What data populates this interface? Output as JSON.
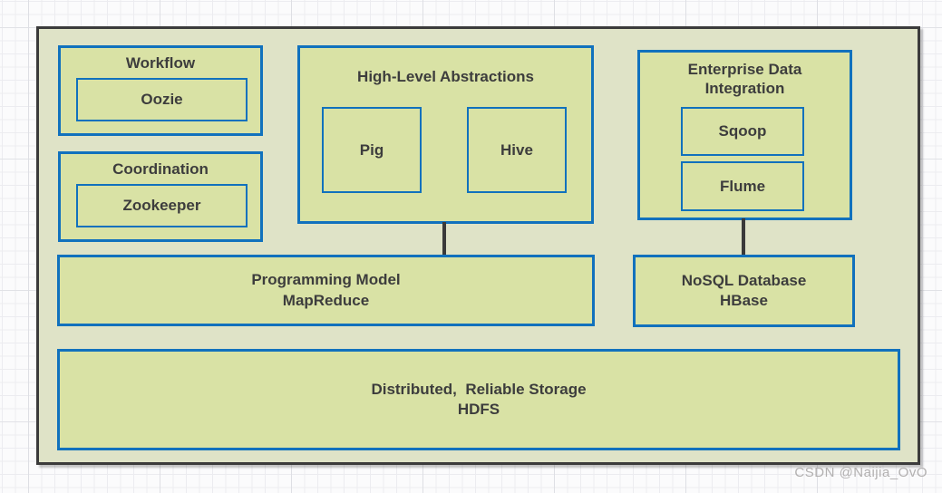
{
  "watermark": "CSDN @Naijia_OvO",
  "colors": {
    "outer_fill": "#dfe3c7",
    "outer_border": "#3b3b3b",
    "box_fill": "#d9e2a5",
    "box_border": "#1171bd",
    "text": "#3d3d3d",
    "connector": "#3a3a3a",
    "grid_line": "#ececf0"
  },
  "boxes": {
    "workflow": {
      "title": "Workflow",
      "item": "Oozie"
    },
    "coordination": {
      "title": "Coordination",
      "item": "Zookeeper"
    },
    "high_level_abstractions": {
      "title": "High-Level Abstractions",
      "items": [
        "Pig",
        "Hive"
      ]
    },
    "enterprise_data_integration": {
      "title": "Enterprise Data Integration",
      "items": [
        "Sqoop",
        "Flume"
      ]
    },
    "programming_model": {
      "line1": "Programming Model",
      "line2": "MapReduce"
    },
    "nosql_database": {
      "line1": "NoSQL Database",
      "line2": "HBase"
    },
    "storage": {
      "line1": "Distributed,  Reliable Storage",
      "line2": "HDFS"
    }
  }
}
